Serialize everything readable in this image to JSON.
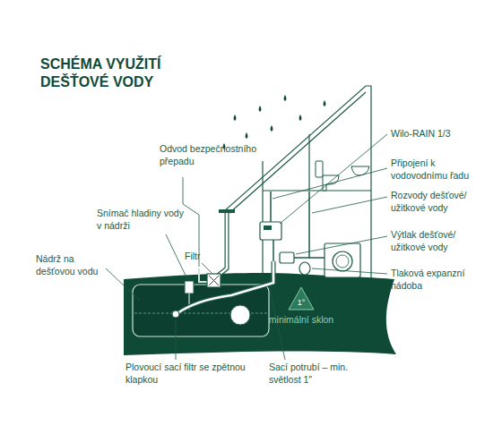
{
  "diagram": {
    "title": "SCHÉMA VYUŽITÍ DEŠŤOVÉ VODY",
    "nodes": [
      {
        "text": [
          "1°",
          "minimální sklon"
        ]
      }
    ],
    "labels": [
      "Wilo-RAIN 1/3",
      "Připojení k vodovodnímu řadu",
      "Rozvody dešťové/ užitkové vody",
      "Výtlak dešťové/ užitkové vody",
      "Tlaková expanzní nádoba",
      "Odvod bezpečnostního přepadu",
      "Snímač hladiny vody v nádrži",
      "Nádrž na dešťovou vodu",
      "Filtr",
      "Plovoucí sací filtr se zpětnou klapkou",
      "Sací potrubí – min. světlost 1″"
    ]
  }
}
